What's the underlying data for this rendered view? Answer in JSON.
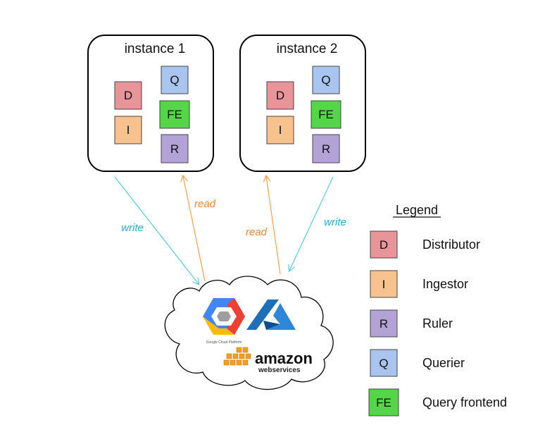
{
  "instances": [
    {
      "title": "instance 1",
      "boxes": {
        "D": "D",
        "I": "I",
        "Q": "Q",
        "FE": "FE",
        "R": "R"
      }
    },
    {
      "title": "instance 2",
      "boxes": {
        "D": "D",
        "I": "I",
        "Q": "Q",
        "FE": "FE",
        "R": "R"
      }
    }
  ],
  "edges": {
    "write_left": "write",
    "read_left": "read",
    "read_right": "read",
    "write_right": "write"
  },
  "colors": {
    "distributor": "#e8959a",
    "ingestor": "#f7c28e",
    "ruler": "#b3a2d6",
    "querier": "#a9c4ef",
    "query_frontend": "#56d44a",
    "write_arrow": "#5bc8dd",
    "read_arrow": "#f0a055"
  },
  "cloud": {
    "gcp_caption": "Google Cloud Platform",
    "aws_name": "amazon",
    "aws_sub": "webservices"
  },
  "legend": {
    "title": "Legend",
    "items": [
      {
        "code": "D",
        "label": "Distributor"
      },
      {
        "code": "I",
        "label": "Ingestor"
      },
      {
        "code": "R",
        "label": "Ruler"
      },
      {
        "code": "Q",
        "label": "Querier"
      },
      {
        "code": "FE",
        "label": "Query frontend"
      }
    ]
  }
}
